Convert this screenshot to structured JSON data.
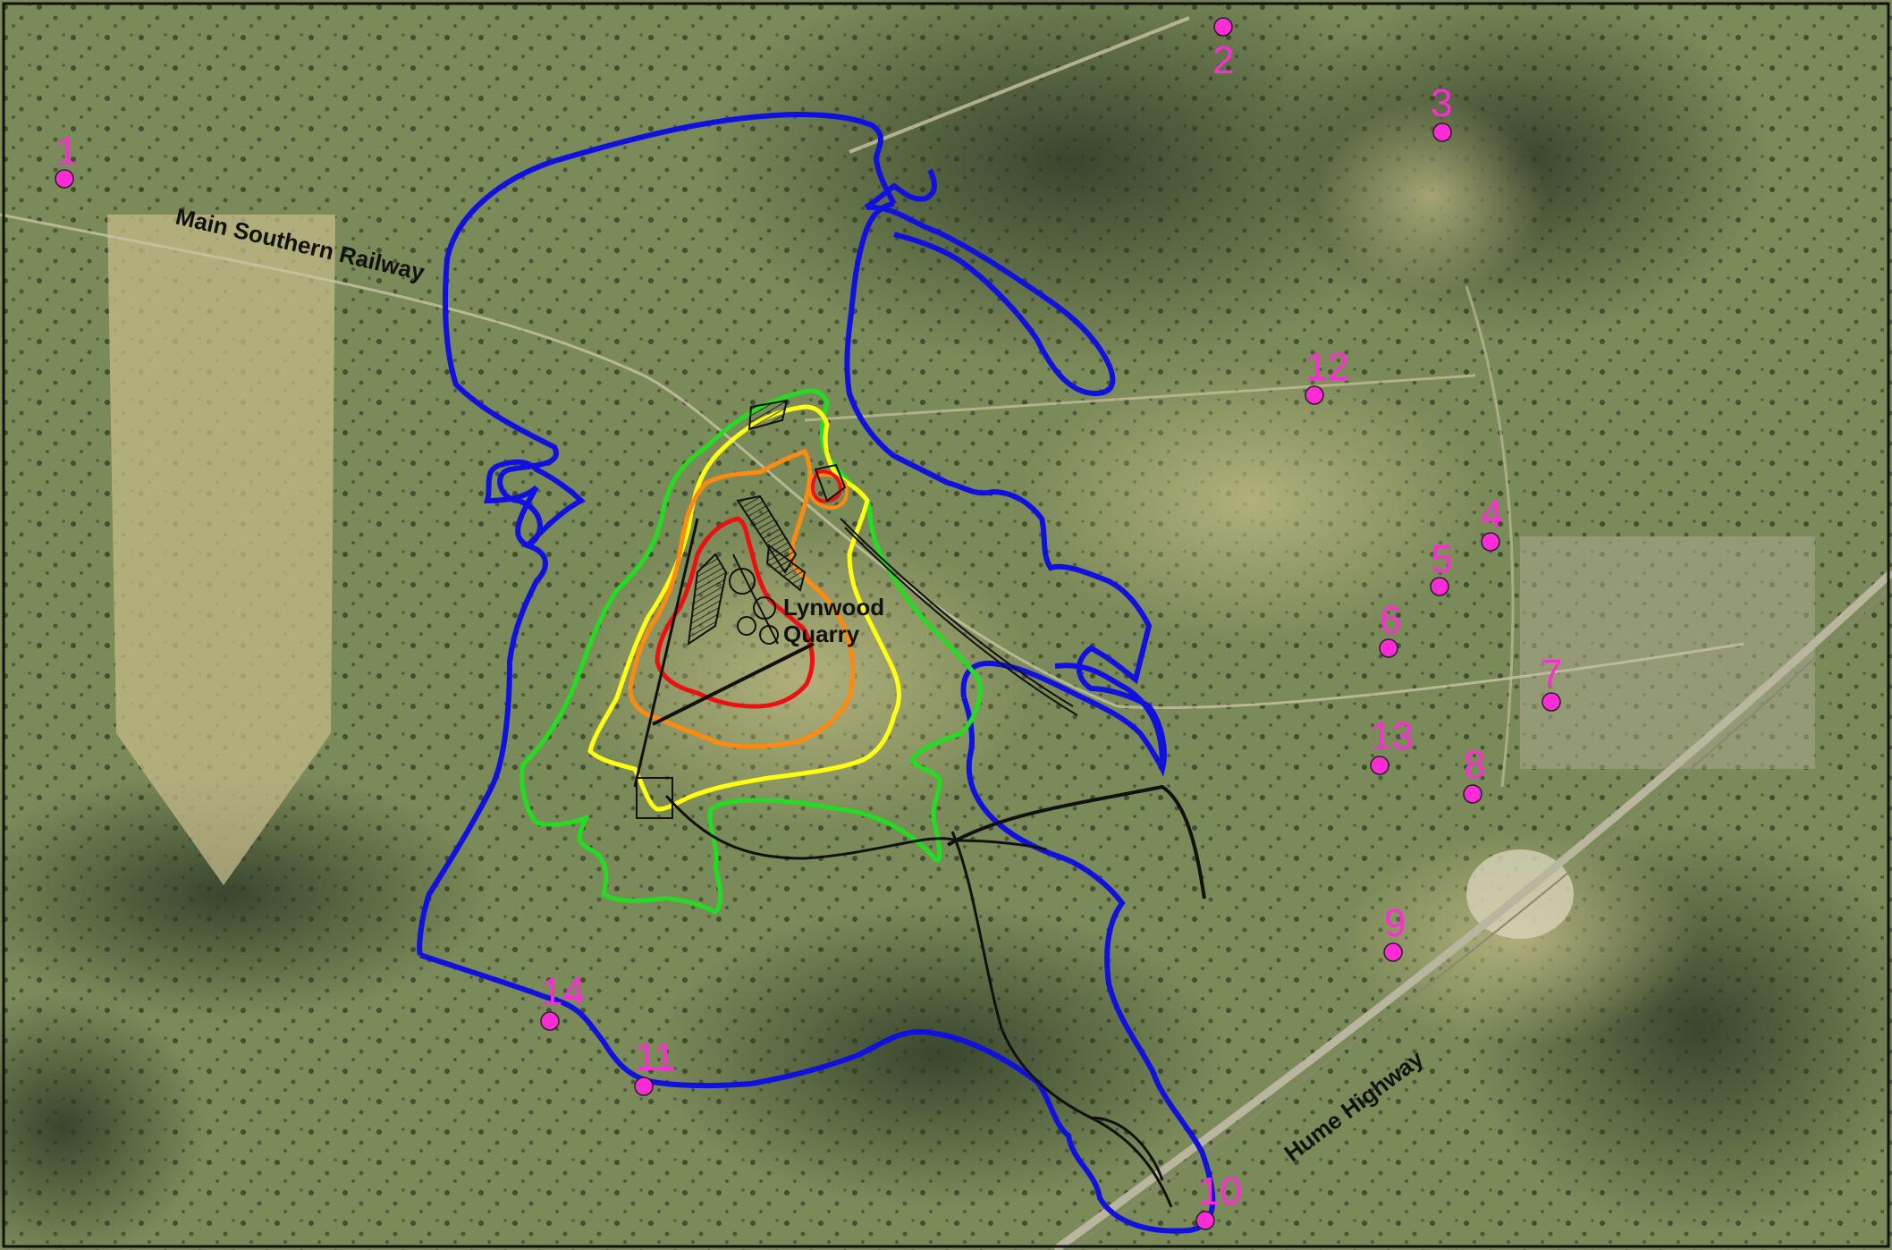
{
  "labels": {
    "railway": "Main Southern Railway",
    "highway": "Hume Highway",
    "quarry_line1": "Lynwood",
    "quarry_line2": "Quarry"
  },
  "receptors": [
    {
      "id": "1"
    },
    {
      "id": "2"
    },
    {
      "id": "3"
    },
    {
      "id": "4"
    },
    {
      "id": "5"
    },
    {
      "id": "6"
    },
    {
      "id": "7"
    },
    {
      "id": "8"
    },
    {
      "id": "9"
    },
    {
      "id": "10"
    },
    {
      "id": "11"
    },
    {
      "id": "12"
    },
    {
      "id": "13"
    },
    {
      "id": "14"
    }
  ],
  "colors": {
    "receptor": "#ff2bd6",
    "contour_outer": "#1010e0",
    "contour_2": "#22dd22",
    "contour_3": "#ffff10",
    "contour_4": "#ff8a10",
    "contour_5": "#ee1010"
  }
}
